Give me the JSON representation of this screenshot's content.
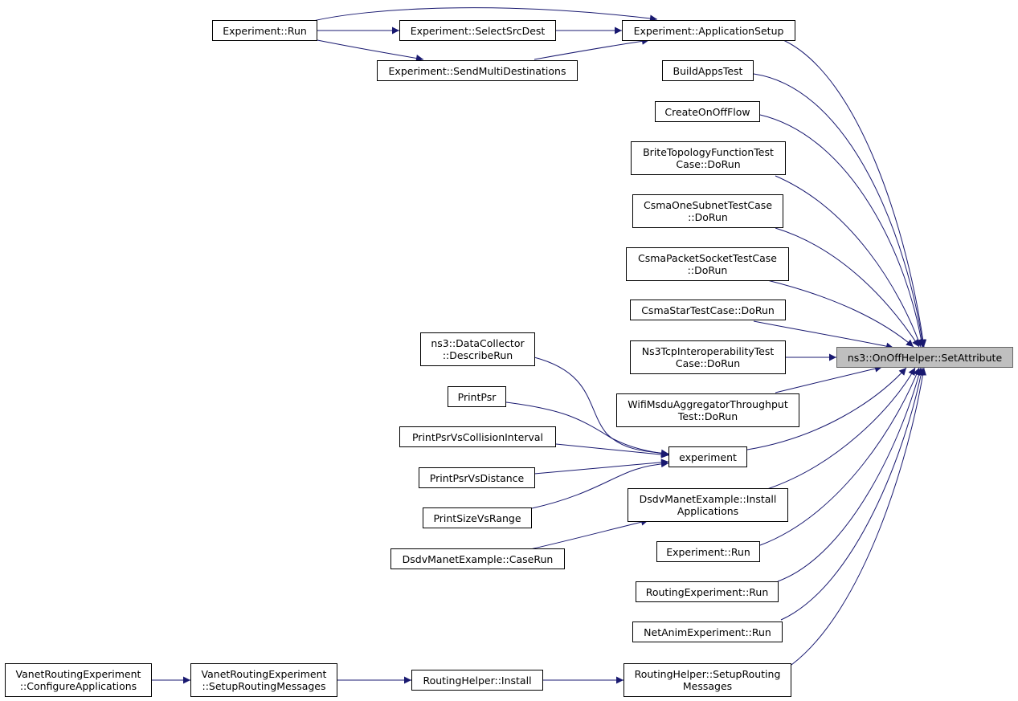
{
  "colors": {
    "edge": "#191970",
    "focus_fill": "#bfbfbf",
    "node_border": "#000000"
  },
  "nodes": [
    {
      "id": "exp_run_top",
      "lines": [
        "Experiment::Run"
      ]
    },
    {
      "id": "select_src_dest",
      "lines": [
        "Experiment::SelectSrcDest"
      ]
    },
    {
      "id": "send_multi",
      "lines": [
        "Experiment::SendMultiDestinations"
      ]
    },
    {
      "id": "app_setup",
      "lines": [
        "Experiment::ApplicationSetup"
      ]
    },
    {
      "id": "build_apps_test",
      "lines": [
        "BuildAppsTest"
      ]
    },
    {
      "id": "create_onoff_flow",
      "lines": [
        "CreateOnOffFlow"
      ]
    },
    {
      "id": "brite",
      "lines": [
        "BriteTopologyFunctionTest",
        "Case::DoRun"
      ]
    },
    {
      "id": "csma_one_subnet",
      "lines": [
        "CsmaOneSubnetTestCase",
        "::DoRun"
      ]
    },
    {
      "id": "csma_packet_socket",
      "lines": [
        "CsmaPacketSocketTestCase",
        "::DoRun"
      ]
    },
    {
      "id": "csma_star",
      "lines": [
        "CsmaStarTestCase::DoRun"
      ]
    },
    {
      "id": "ns3tcp",
      "lines": [
        "Ns3TcpInteroperabilityTest",
        "Case::DoRun"
      ]
    },
    {
      "id": "wifi_msdu",
      "lines": [
        "WifiMsduAggregatorThroughput",
        "Test::DoRun"
      ]
    },
    {
      "id": "focus",
      "lines": [
        "ns3::OnOffHelper::SetAttribute"
      ]
    },
    {
      "id": "data_collector",
      "lines": [
        "ns3::DataCollector",
        "::DescribeRun"
      ]
    },
    {
      "id": "print_psr",
      "lines": [
        "PrintPsr"
      ]
    },
    {
      "id": "print_psr_coll",
      "lines": [
        "PrintPsrVsCollisionInterval"
      ]
    },
    {
      "id": "print_psr_dist",
      "lines": [
        "PrintPsrVsDistance"
      ]
    },
    {
      "id": "print_size_range",
      "lines": [
        "PrintSizeVsRange"
      ]
    },
    {
      "id": "experiment",
      "lines": [
        "experiment"
      ]
    },
    {
      "id": "dsdv_install",
      "lines": [
        "DsdvManetExample::Install",
        "Applications"
      ]
    },
    {
      "id": "dsdv_caserun",
      "lines": [
        "DsdvManetExample::CaseRun"
      ]
    },
    {
      "id": "exp_run_mid",
      "lines": [
        "Experiment::Run"
      ]
    },
    {
      "id": "routing_exp_run",
      "lines": [
        "RoutingExperiment::Run"
      ]
    },
    {
      "id": "netanim_run",
      "lines": [
        "NetAnimExperiment::Run"
      ]
    },
    {
      "id": "vanet_config",
      "lines": [
        "VanetRoutingExperiment",
        "::ConfigureApplications"
      ]
    },
    {
      "id": "vanet_setup",
      "lines": [
        "VanetRoutingExperiment",
        "::SetupRoutingMessages"
      ]
    },
    {
      "id": "routing_helper_install",
      "lines": [
        "RoutingHelper::Install"
      ]
    },
    {
      "id": "routing_helper_setup",
      "lines": [
        "RoutingHelper::SetupRouting",
        "Messages"
      ]
    }
  ]
}
